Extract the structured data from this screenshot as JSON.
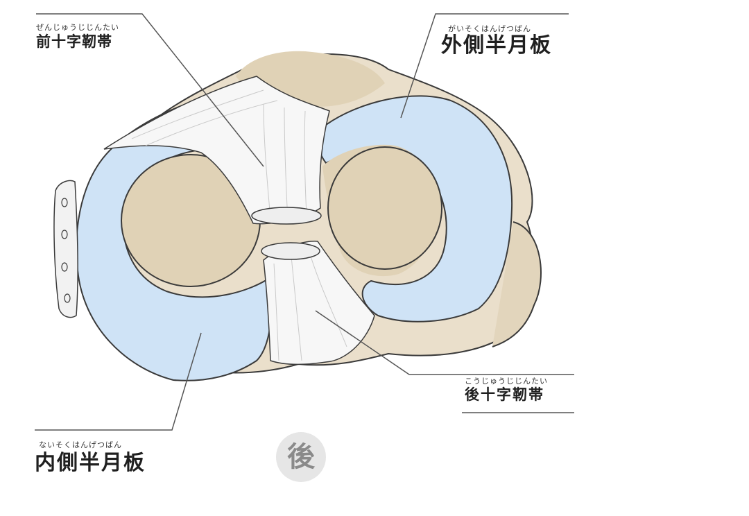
{
  "labels": {
    "acl": {
      "ruby": "ぜんじゅうじじんたい",
      "text": "前十字靭帯"
    },
    "lateral_meniscus": {
      "ruby": "がいそくはんげつばん",
      "text": "外側半月板"
    },
    "pcl": {
      "ruby": "こうじゅうじじんたい",
      "text": "後十字靭帯"
    },
    "medial_meniscus": {
      "ruby": "ないそくはんげつばん",
      "text": "内側半月板"
    }
  },
  "orientation_badge": "後",
  "colors": {
    "bone": "#eadfcb",
    "bone_dark": "#ddd0b6",
    "meniscus": "#cfe3f6",
    "meniscus_light": "#e4f0fb",
    "ligament": "#f7f7f7",
    "outline": "#3a3a3a",
    "leader_line": "#555555"
  }
}
